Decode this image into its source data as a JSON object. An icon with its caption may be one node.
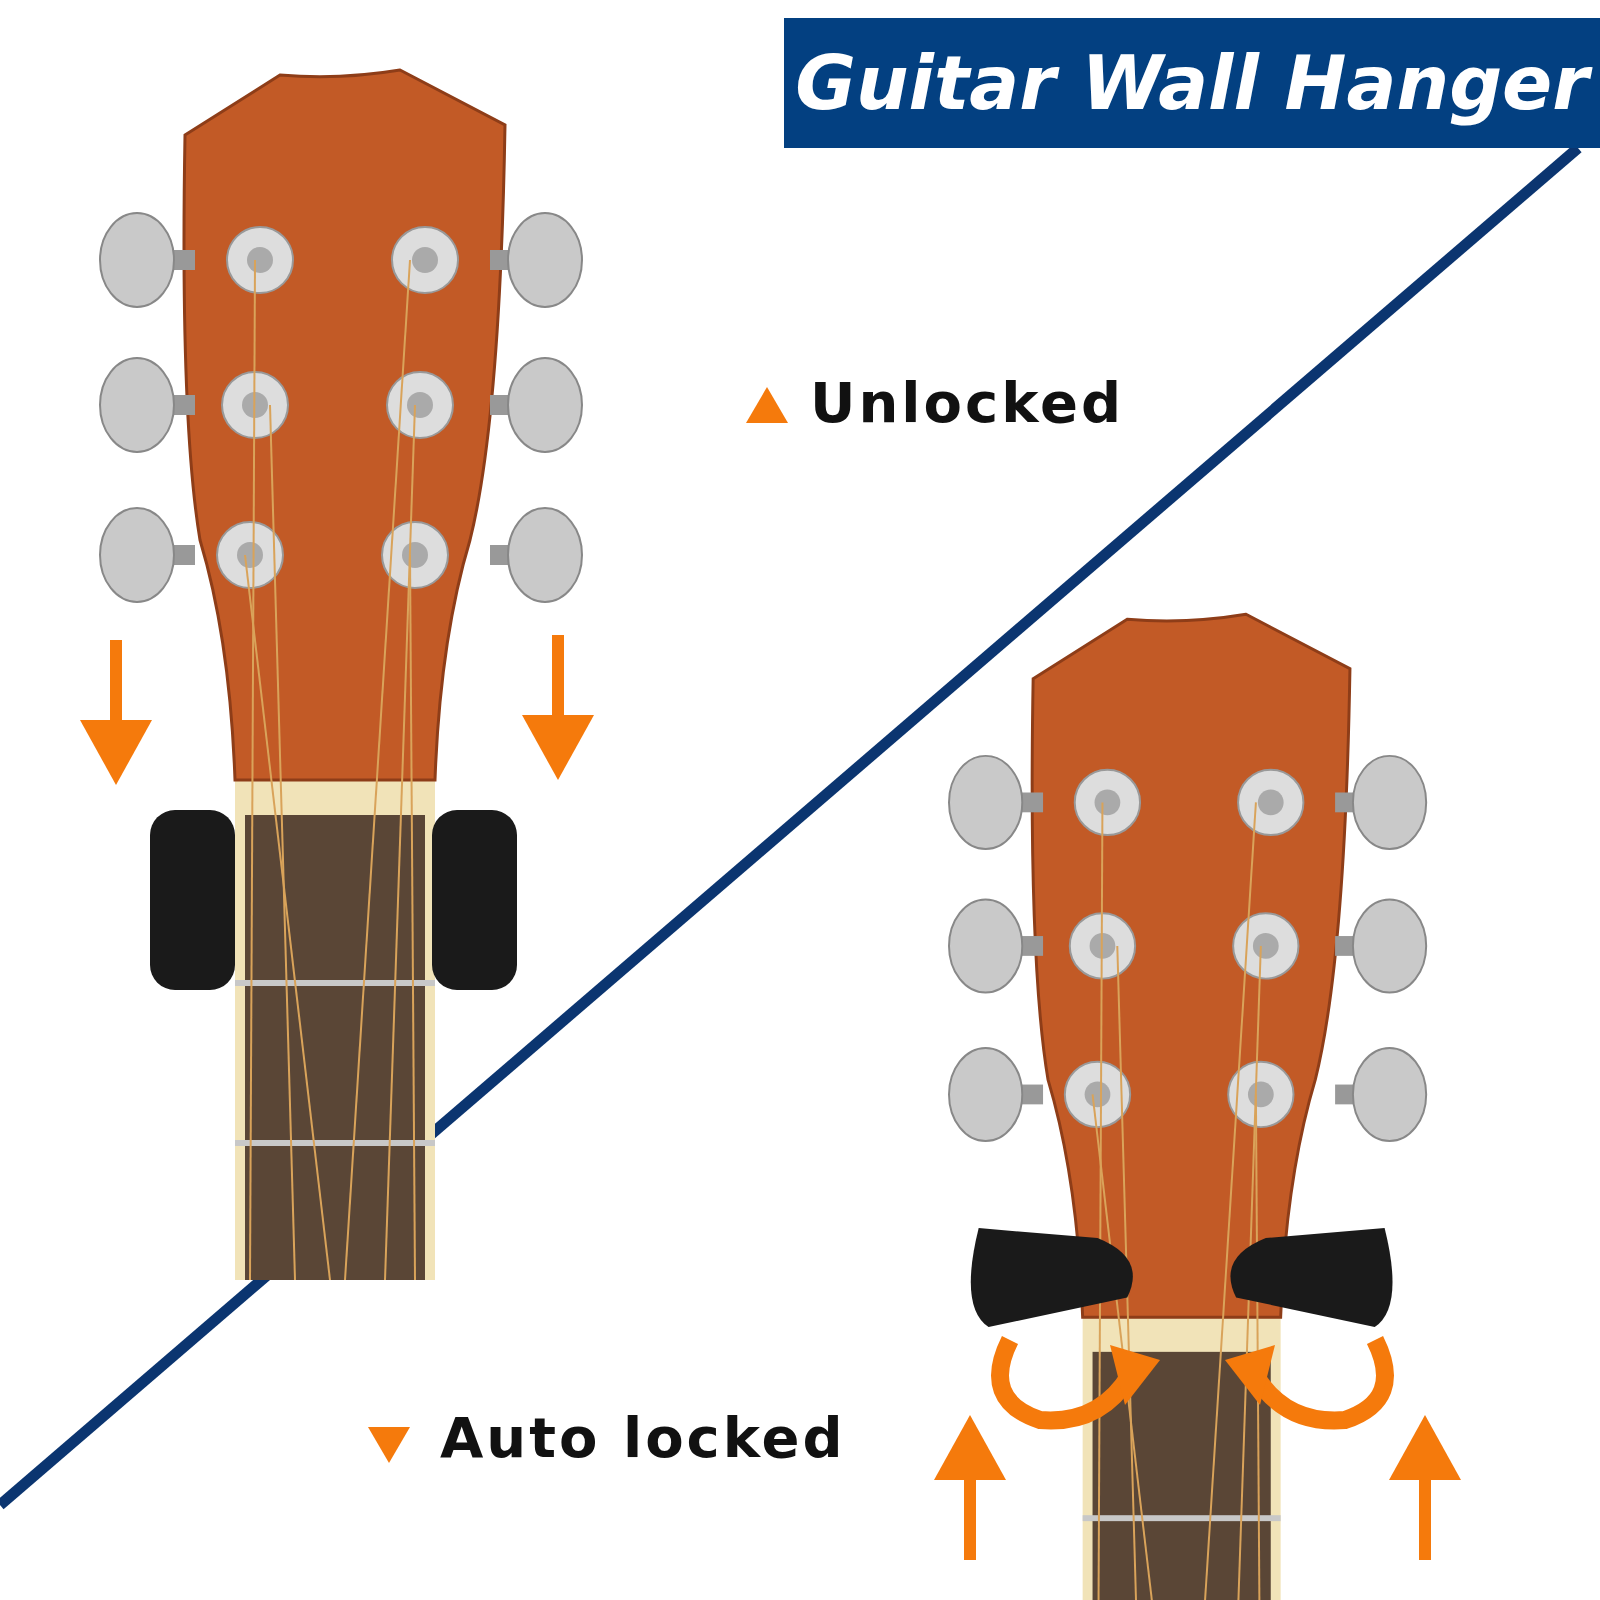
{
  "diagram": {
    "title": "Guitar Wall Hanger",
    "labels": [
      "Unlocked",
      "Auto locked"
    ]
  }
}
